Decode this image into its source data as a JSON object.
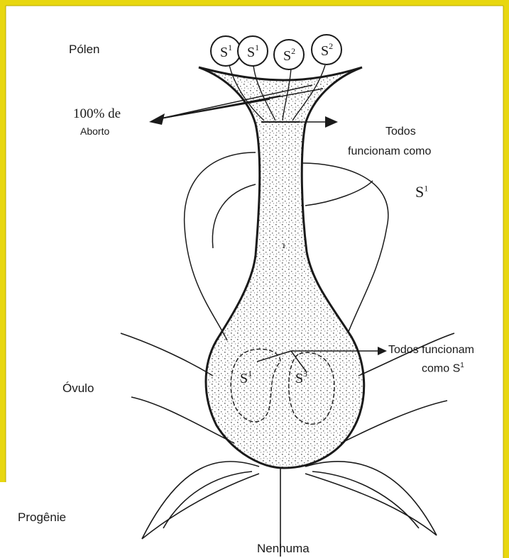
{
  "colors": {
    "border": "#e8d70f",
    "panel": "#ffffff",
    "ink": "#1a1a1a",
    "stipple": "#6b6b6b"
  },
  "labels": {
    "polen": "Pólen",
    "aborto_pct": "100% de",
    "aborto": "Aborto",
    "todos1": "Todos",
    "funcionam1": "funcionam como",
    "s1_big": "S",
    "s1_big_sup": "1",
    "todos2": "Todos funcionam",
    "como2": "como S",
    "como2_sup": "1",
    "ovulo": "Óvulo",
    "progenie": "Progênie",
    "nenhuma": "Nenhuma"
  },
  "pollen": [
    {
      "letter": "S",
      "sup": "1"
    },
    {
      "letter": "S",
      "sup": "1"
    },
    {
      "letter": "S",
      "sup": "2"
    },
    {
      "letter": "S",
      "sup": "2"
    }
  ],
  "ovules": [
    {
      "letter": "S",
      "sup": "1"
    },
    {
      "letter": "S",
      "sup": "3"
    }
  ]
}
